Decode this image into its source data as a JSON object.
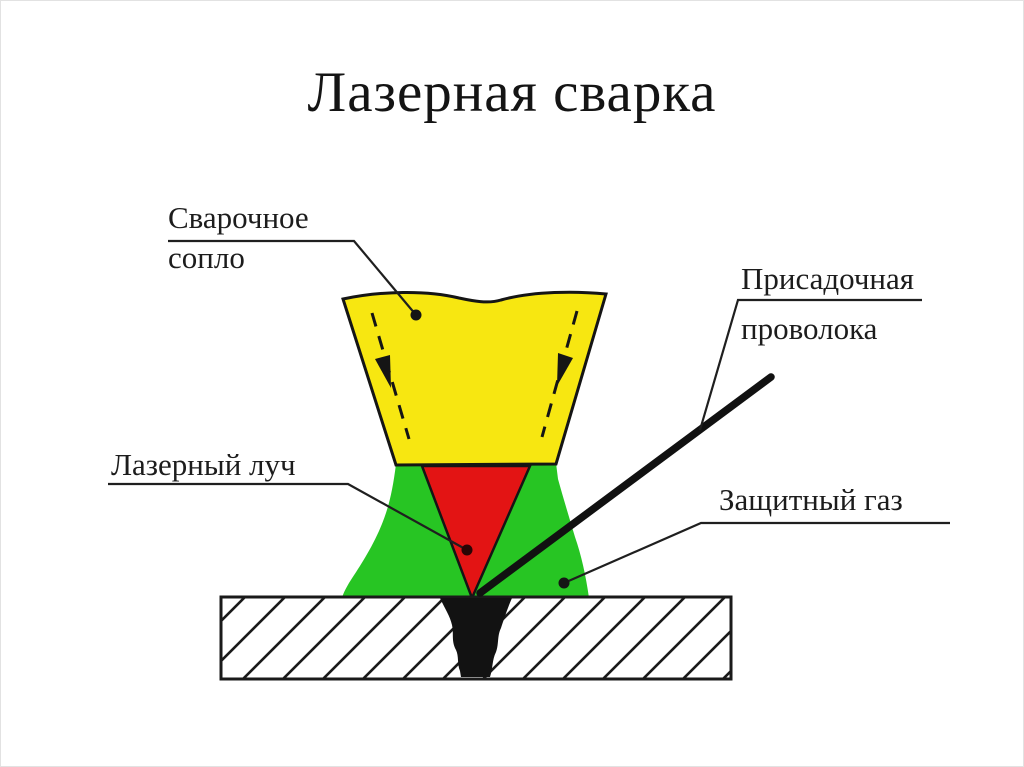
{
  "page": {
    "title": "Лазерная сварка"
  },
  "labels": {
    "nozzle_line1": "Сварочное",
    "nozzle_line2": "сопло",
    "laser": "Лазерный луч",
    "wire_line1": "Присадочная",
    "wire_line2": "проволока",
    "gas": "Защитный газ"
  },
  "colors": {
    "nozzle": "#f7e711",
    "laser_beam": "#e31414",
    "shield_gas": "#27c523",
    "weld_metal": "#121212",
    "outline": "#151515",
    "background": "#ffffff"
  }
}
